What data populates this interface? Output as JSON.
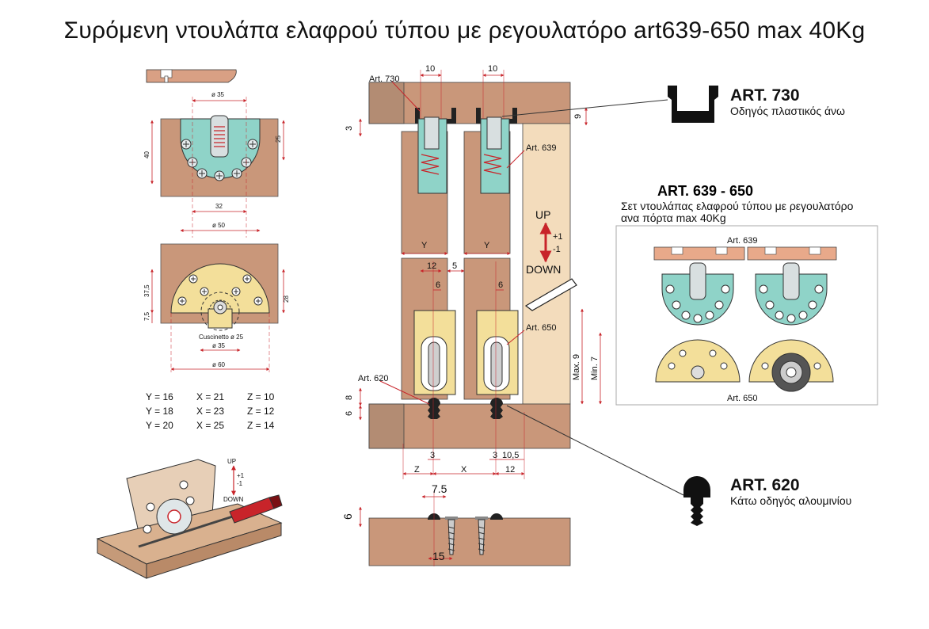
{
  "title": "Συρόμενη ντουλάπα ελαφρού τύπου με ρεγουλατόρο art639-650 max 40Kg",
  "top_plate": {
    "dims": [
      "ø 35",
      "40",
      "25",
      "32",
      "ø 50"
    ]
  },
  "bottom_plate": {
    "dims": [
      "37,5",
      "7,5",
      "28",
      "Cuscinetto ø 25",
      "ø 35",
      "ø 60"
    ]
  },
  "dimension_table": [
    [
      "Y = 16",
      "X = 21",
      "Z = 10"
    ],
    [
      "Y = 18",
      "X = 23",
      "Z = 12"
    ],
    [
      "Y = 20",
      "X = 25",
      "Z = 14"
    ]
  ],
  "adjust_small": {
    "up": "UP",
    "plus": "+1",
    "minus": "-1",
    "down": "DOWN"
  },
  "section": {
    "top_dims": [
      "10",
      "10"
    ],
    "art730": "Art. 730",
    "art639": "Art. 639",
    "art650": "Art. 650",
    "art620": "Art. 620",
    "d3": "3",
    "d9": "9",
    "y": "Y",
    "d12": "12",
    "d5": "5",
    "d6": "6",
    "up": "UP",
    "plus": "+1",
    "minus": "-1",
    "down": "DOWN",
    "max9": "Max. 9",
    "min7": "Min. 7",
    "d8": "8",
    "bottom_dims": [
      "3",
      "3",
      "10,5",
      "Z",
      "X",
      "12"
    ]
  },
  "profile": {
    "d75": "7.5",
    "d6": "6",
    "d15": "15"
  },
  "art730": {
    "label": "ART. 730",
    "desc": "Οδηγός πλαστικός άνω"
  },
  "art639_650": {
    "label": "ART. 639  - 650",
    "desc1": "Σετ ντουλάπας ελαφρού τύπου με ρεγουλατόρο",
    "desc2": "ανα πόρτα max 40Kg",
    "box_top": "Art. 639",
    "box_bottom": "Art. 650"
  },
  "art620": {
    "label": "ART. 620",
    "desc": "Κάτω οδηγός αλουμινίου"
  },
  "colors": {
    "wood": "#c9977a",
    "pale_wood": "#f3dcbc",
    "teal": "#8fd3c8",
    "gold": "#f3df9a",
    "red": "#c8242a"
  }
}
